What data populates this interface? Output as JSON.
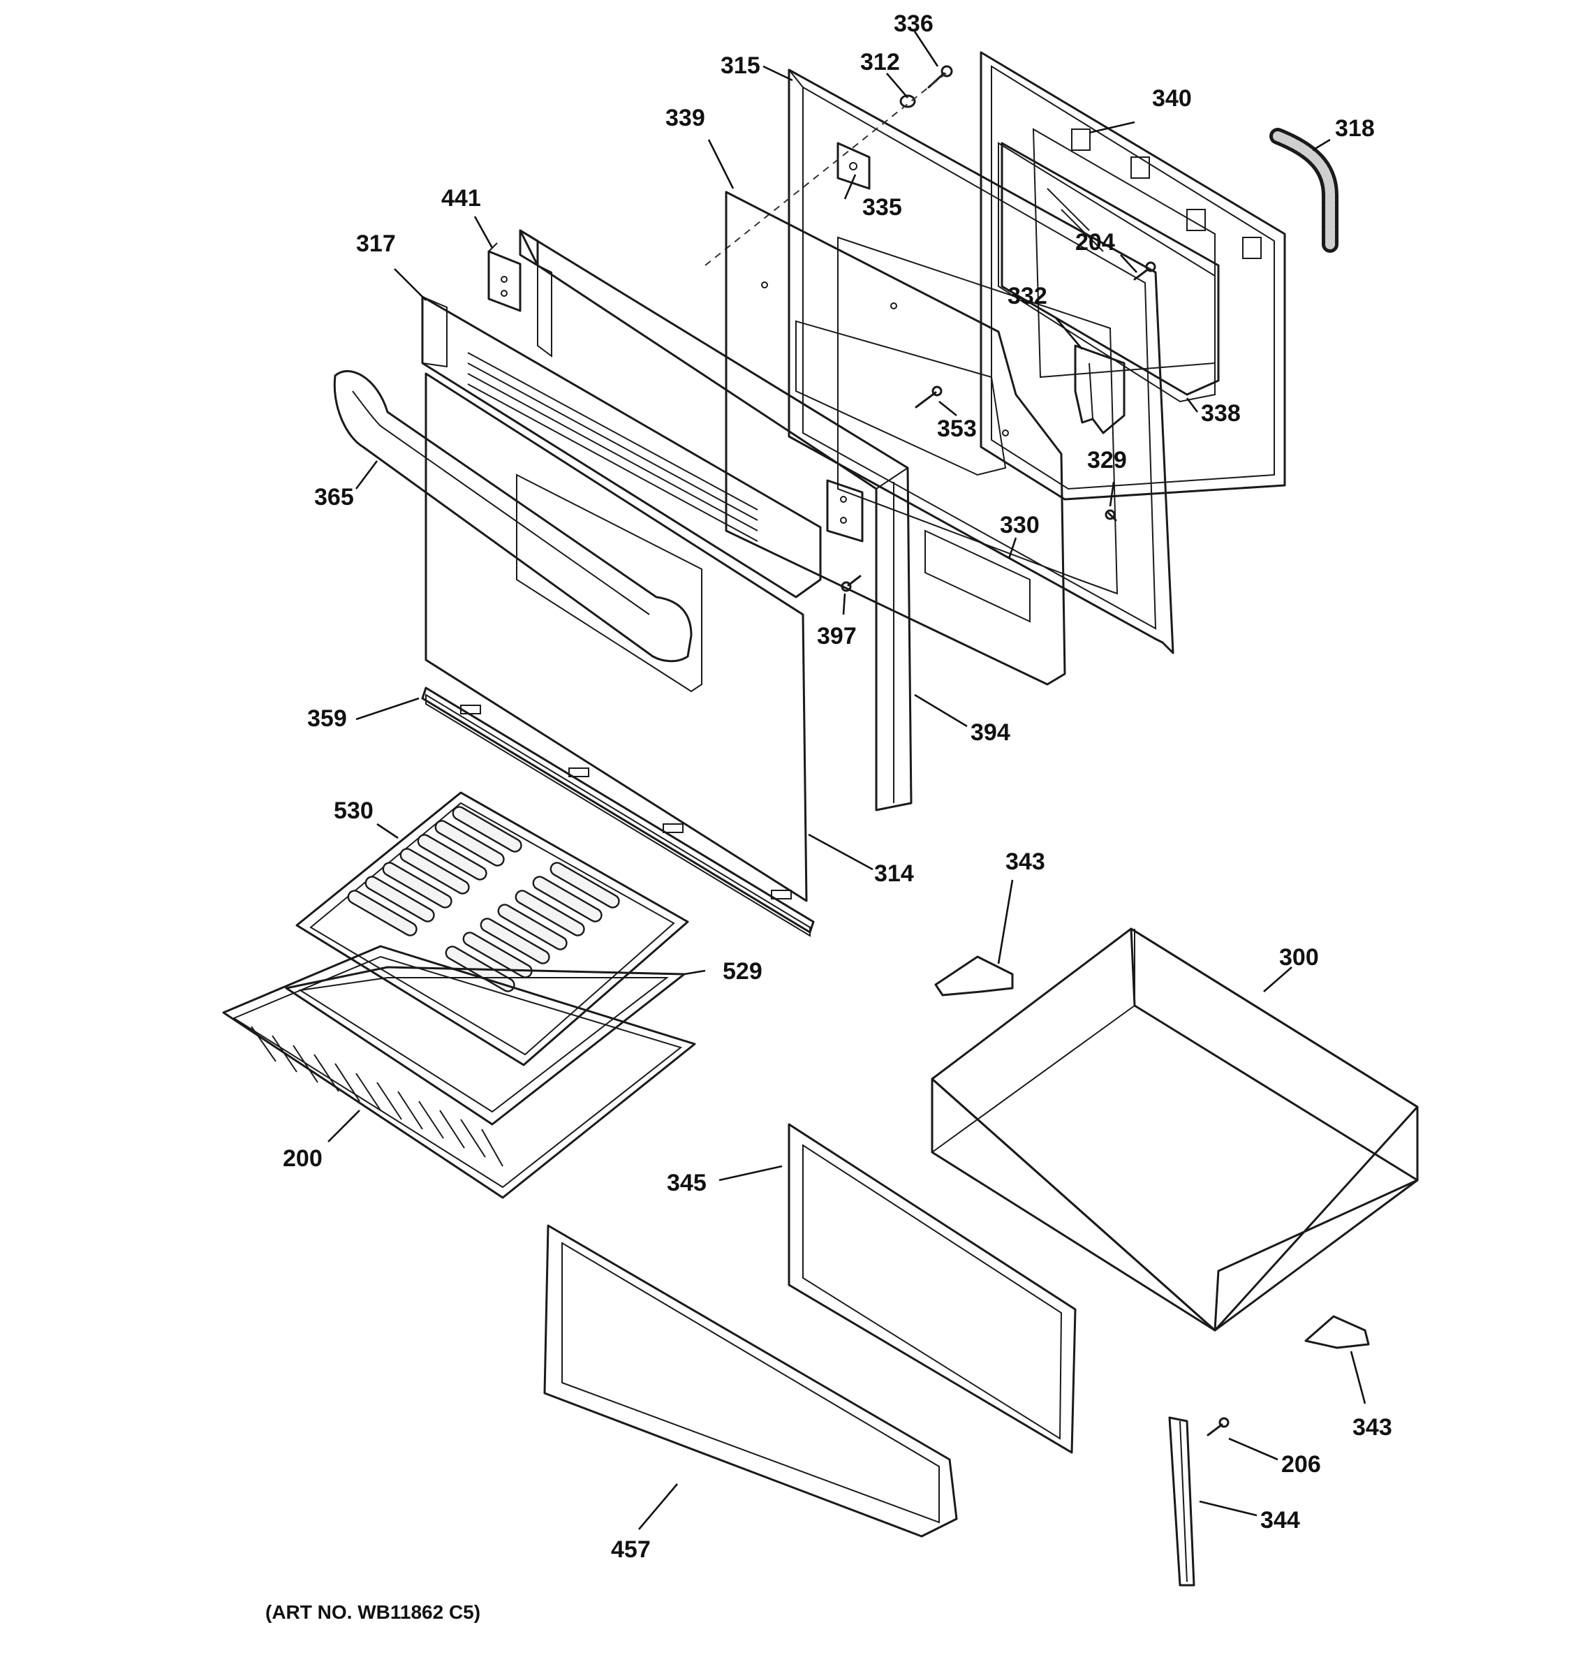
{
  "caption": "(ART NO. WB11862 C5)",
  "labels": {
    "p336": "336",
    "p312": "312",
    "p315": "315",
    "p340": "340",
    "p318": "318",
    "p339": "339",
    "p335": "335",
    "p441": "441",
    "p317": "317",
    "p204": "204",
    "p332": "332",
    "p338": "338",
    "p353": "353",
    "p365": "365",
    "p329": "329",
    "p330": "330",
    "p397": "397",
    "p359": "359",
    "p394": "394",
    "p530": "530",
    "p314": "314",
    "p343a": "343",
    "p300": "300",
    "p529": "529",
    "p200": "200",
    "p345": "345",
    "p343b": "343",
    "p206": "206",
    "p344": "344",
    "p457": "457"
  }
}
